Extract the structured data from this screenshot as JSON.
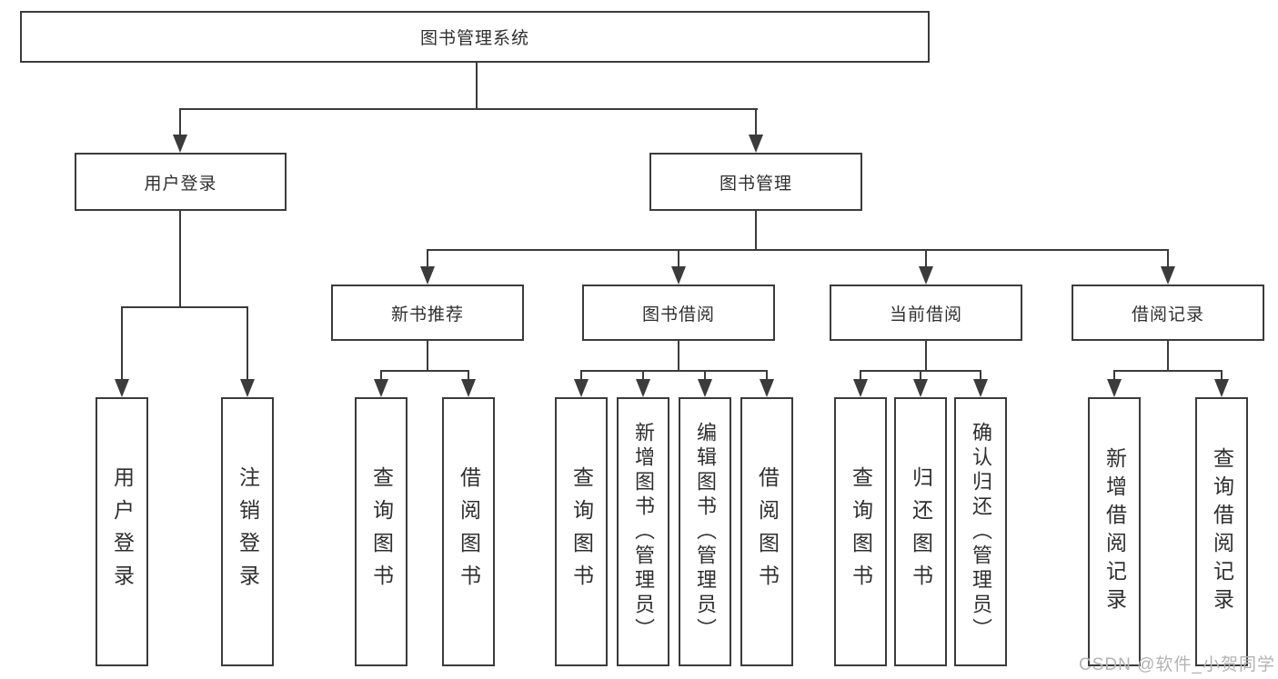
{
  "diagram": {
    "title": "图书管理系统",
    "root": {
      "label": "图书管理系统"
    },
    "branches": [
      {
        "label": "用户登录",
        "children": [
          {
            "label": "用户登录"
          },
          {
            "label": "注销登录"
          }
        ]
      },
      {
        "label": "图书管理",
        "children": [
          {
            "label": "新书推荐",
            "children": [
              {
                "label": "查询图书"
              },
              {
                "label": "借阅图书"
              }
            ]
          },
          {
            "label": "图书借阅",
            "children": [
              {
                "label": "查询图书"
              },
              {
                "label": "新增图书（管理员）"
              },
              {
                "label": "编辑图书（管理员）"
              },
              {
                "label": "借阅图书"
              }
            ]
          },
          {
            "label": "当前借阅",
            "children": [
              {
                "label": "查询图书"
              },
              {
                "label": "归还图书"
              },
              {
                "label": "确认归还（管理员）"
              }
            ]
          },
          {
            "label": "借阅记录",
            "children": [
              {
                "label": "新增借阅记录"
              },
              {
                "label": "查询借阅记录"
              }
            ]
          }
        ]
      }
    ],
    "colors": {
      "line": "#3b3b3b",
      "text": "#2f2f2f",
      "background": "#ffffff",
      "watermark": "#b3b3b3"
    },
    "watermark": "CSDN @软件_小贺同学"
  }
}
